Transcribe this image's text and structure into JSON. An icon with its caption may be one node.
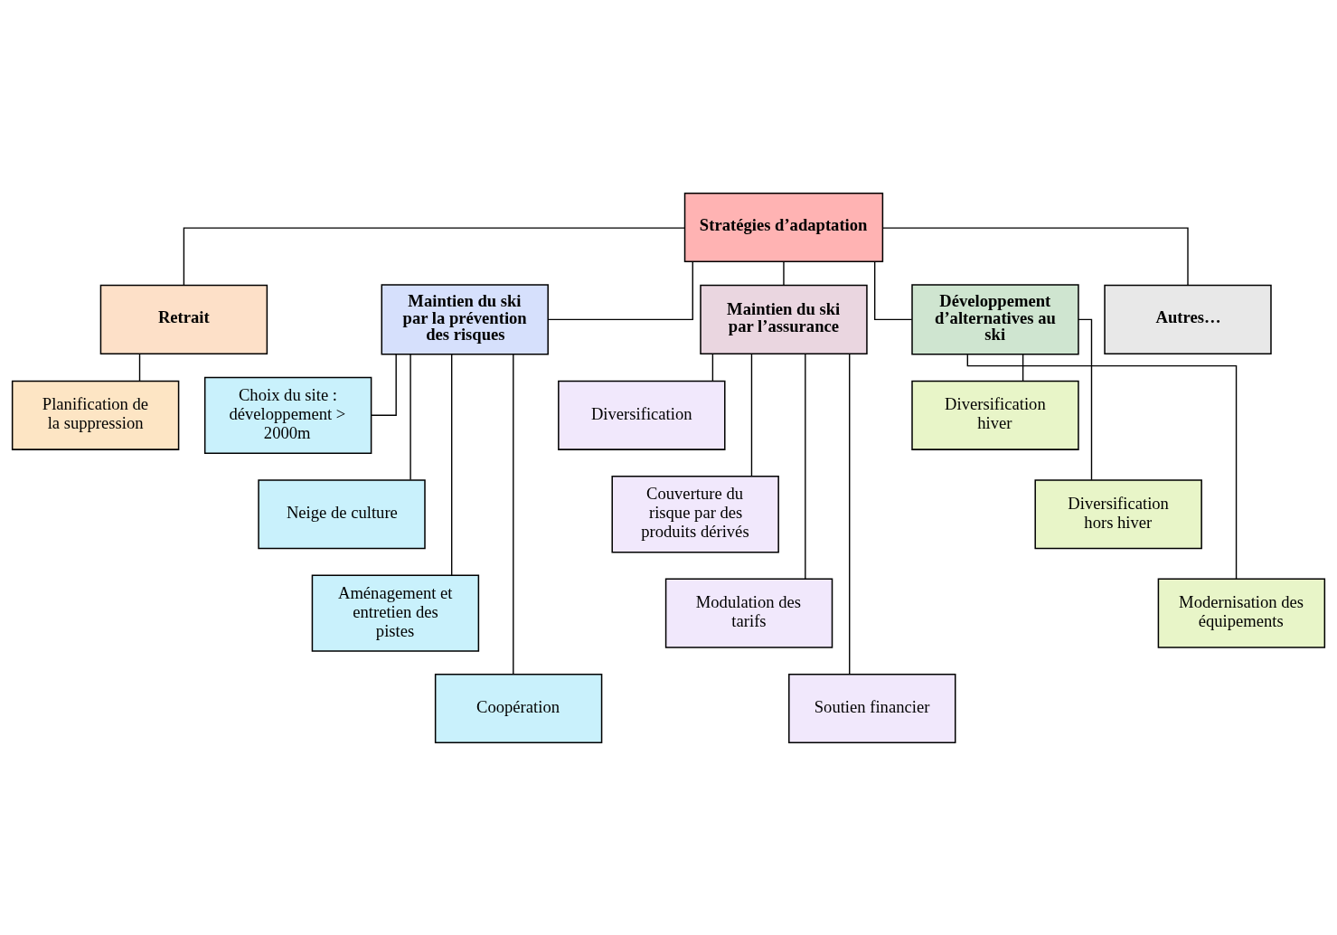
{
  "diagram": {
    "nodes": [
      {
        "text": [
          "Stratégies d’adaptation"
        ]
      },
      {
        "text": [
          "Retrait"
        ]
      },
      {
        "text": [
          "Maintien du ski par la prévention des risques"
        ]
      },
      {
        "text": [
          "Maintien du ski par l’assurance"
        ]
      },
      {
        "text": [
          "Développement d’alternatives au ski"
        ]
      },
      {
        "text": [
          "Autres…"
        ]
      },
      {
        "text": [
          "Planification de la suppression"
        ]
      },
      {
        "text": [
          "Choix du site : développement > 2000m"
        ]
      },
      {
        "text": [
          "Neige de culture"
        ]
      },
      {
        "text": [
          "Aménagement et entretien des pistes"
        ]
      },
      {
        "text": [
          "Coopération"
        ]
      },
      {
        "text": [
          "Diversification"
        ]
      },
      {
        "text": [
          "Couverture du risque par des produits dérivés"
        ]
      },
      {
        "text": [
          "Modulation des tarifs"
        ]
      },
      {
        "text": [
          "Soutien financier"
        ]
      },
      {
        "text": [
          "Diversification hiver"
        ]
      },
      {
        "text": [
          "Diversification hors hiver"
        ]
      },
      {
        "text": [
          "Modernisation des équipements"
        ]
      }
    ],
    "edges": [
      {
        "from": 0,
        "to": 1,
        "arrow": "none"
      },
      {
        "from": 0,
        "to": 2,
        "arrow": "none"
      },
      {
        "from": 0,
        "to": 3,
        "arrow": "none"
      },
      {
        "from": 0,
        "to": 4,
        "arrow": "none"
      },
      {
        "from": 0,
        "to": 5,
        "arrow": "none"
      },
      {
        "from": 1,
        "to": 6,
        "arrow": "none"
      },
      {
        "from": 2,
        "to": 7,
        "arrow": "none"
      },
      {
        "from": 2,
        "to": 8,
        "arrow": "none"
      },
      {
        "from": 2,
        "to": 9,
        "arrow": "none"
      },
      {
        "from": 2,
        "to": 10,
        "arrow": "none"
      },
      {
        "from": 3,
        "to": 11,
        "arrow": "none"
      },
      {
        "from": 3,
        "to": 12,
        "arrow": "none"
      },
      {
        "from": 3,
        "to": 13,
        "arrow": "none"
      },
      {
        "from": 3,
        "to": 14,
        "arrow": "none"
      },
      {
        "from": 4,
        "to": 15,
        "arrow": "none"
      },
      {
        "from": 4,
        "to": 16,
        "arrow": "none"
      },
      {
        "from": 4,
        "to": 17,
        "arrow": "none"
      }
    ]
  }
}
